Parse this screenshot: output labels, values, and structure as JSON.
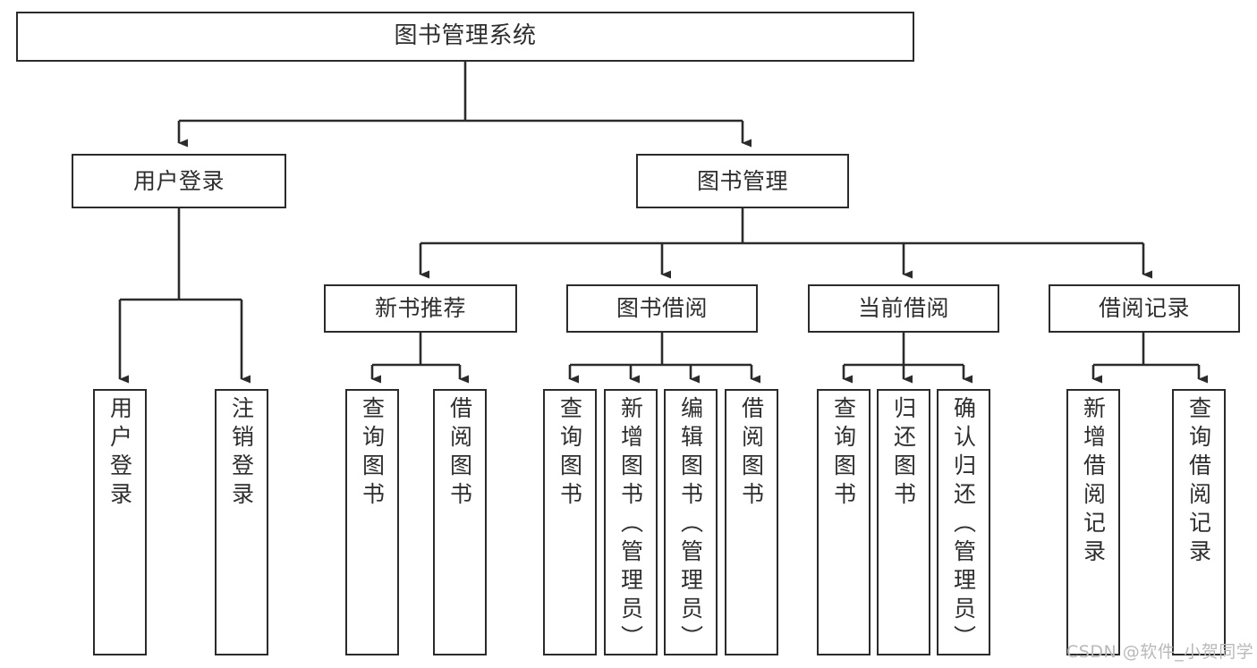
{
  "diagram": {
    "title": "图书管理系统",
    "type": "tree-hierarchy",
    "root": {
      "label": "图书管理系统"
    },
    "level2": [
      {
        "label": "用户登录"
      },
      {
        "label": "图书管理"
      }
    ],
    "level3": [
      {
        "label": "新书推荐"
      },
      {
        "label": "图书借阅"
      },
      {
        "label": "当前借阅"
      },
      {
        "label": "借阅记录"
      }
    ],
    "leaves": {
      "user_login": [
        {
          "label": "用户登录"
        },
        {
          "label": "注销登录"
        }
      ],
      "new_book_recommend": [
        {
          "label": "查询图书"
        },
        {
          "label": "借阅图书"
        }
      ],
      "book_borrow": [
        {
          "label": "查询图书"
        },
        {
          "label": "新增图书（管理员）"
        },
        {
          "label": "编辑图书（管理员）"
        },
        {
          "label": "借阅图书"
        }
      ],
      "current_borrow": [
        {
          "label": "查询图书"
        },
        {
          "label": "归还图书"
        },
        {
          "label": "确认归还（管理员）"
        }
      ],
      "borrow_record": [
        {
          "label": "新增借阅记录"
        },
        {
          "label": "查询借阅记录"
        }
      ]
    },
    "watermark": "CSDN @软件_小贺同学",
    "colors": {
      "stroke": "#2b2b2b",
      "text": "#2e2e2e",
      "background": "#ffffff",
      "watermark": "#b9b9b9"
    }
  }
}
